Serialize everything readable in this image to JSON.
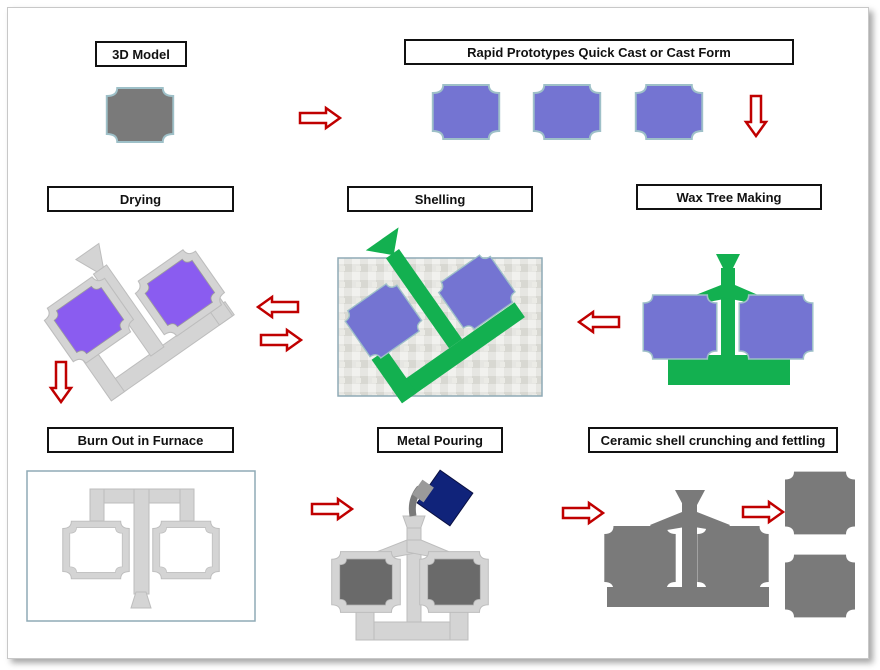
{
  "steps": {
    "model_3d": "3D Model",
    "rapid_prototypes": "Rapid Prototypes Quick Cast or Cast Form",
    "drying": "Drying",
    "shelling": "Shelling",
    "wax_tree": "Wax Tree Making",
    "burn_out": "Burn Out in Furnace",
    "metal_pouring": "Metal Pouring",
    "ceramic_shell": "Ceramic shell crunching and fettling"
  },
  "colors": {
    "arrow": "#c00000",
    "model_gray": "#7a7a7a",
    "prototype_blue": "#7474d2",
    "drying_purple": "#8a5cf0",
    "wax_green": "#13b050",
    "shell_gray": "#d4d4d4",
    "metal_dark": "#6a6a6a",
    "ladle_navy": "#10237a"
  },
  "icons": [
    "arrow-right-icon",
    "arrow-left-icon",
    "arrow-down-icon"
  ]
}
